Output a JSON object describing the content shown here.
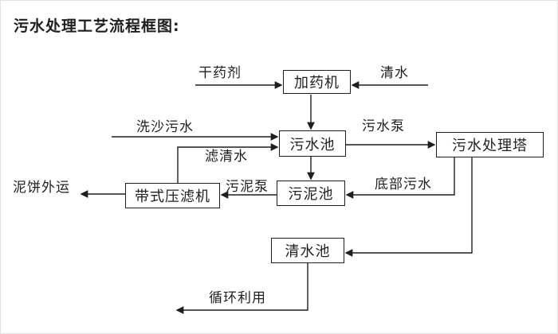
{
  "title": "污水处理工艺流程框图:",
  "diagram": {
    "background": "#ffffff",
    "line_color": "#1f1f1f",
    "nodes": [
      {
        "name": "dosing-machine",
        "label": "加药机"
      },
      {
        "name": "sewage-pool",
        "label": "污水池"
      },
      {
        "name": "sewage-treatment-tower",
        "label": "污水处理塔"
      },
      {
        "name": "belt-filter-press",
        "label": "带式压滤机"
      },
      {
        "name": "sludge-pool",
        "label": "污泥池"
      },
      {
        "name": "clean-water-pool",
        "label": "清水池"
      }
    ],
    "edge_labels": [
      {
        "name": "dry-chemical",
        "label": "干药剂"
      },
      {
        "name": "clean-water",
        "label": "清水"
      },
      {
        "name": "sand-washing-sewage",
        "label": "洗沙污水"
      },
      {
        "name": "filtered-water",
        "label": "滤清水"
      },
      {
        "name": "sewage-pump",
        "label": "污水泵"
      },
      {
        "name": "sludge-pump",
        "label": "污泥泵"
      },
      {
        "name": "bottom-sewage",
        "label": "底部污水"
      },
      {
        "name": "mud-cake-outbound",
        "label": "泥饼外运"
      },
      {
        "name": "recycling",
        "label": "循环利用"
      }
    ]
  }
}
